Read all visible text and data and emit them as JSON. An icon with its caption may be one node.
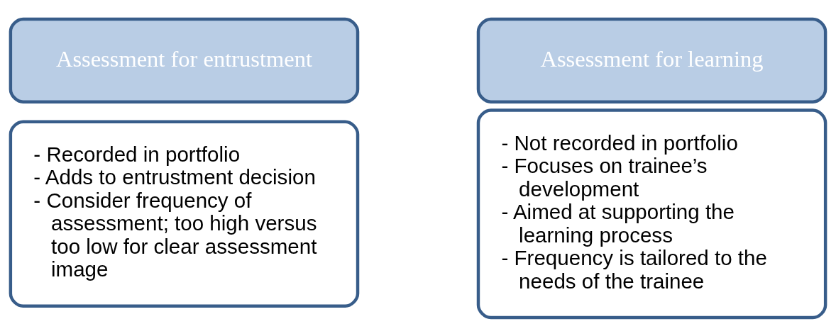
{
  "diagram": {
    "nodes": [
      {
        "text": [
          "Assessment for entrustment"
        ]
      },
      {
        "text": [
          "- Recorded in portfolio",
          "- Adds to entrustment decision",
          "- Consider frequency of assessment; too high versus too low for clear assessment image"
        ]
      },
      {
        "text": [
          "Assessment for learning"
        ]
      },
      {
        "text": [
          "- Not recorded in portfolio",
          "- Focuses on trainee’s development",
          "- Aimed at supporting the learning process",
          "- Frequency is tailored to the needs of the trainee"
        ]
      }
    ]
  }
}
